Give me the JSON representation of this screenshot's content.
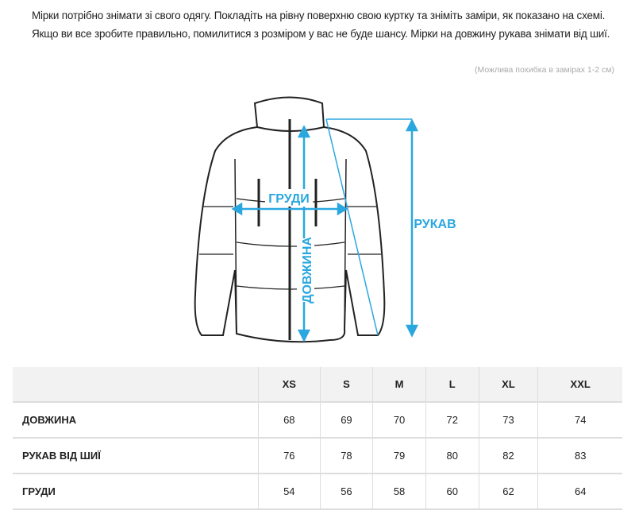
{
  "intro": "Мірки потрібно знімати зі свого одягу. Покладіть на рівну поверхню свою куртку та зніміть заміри, як показано на схемі. Якщо ви все зробите правильно, помилитися з розміром у вас не буде шансу. Мірки на довжину рукава знімати від шиї.",
  "note": "(Можлива похибка в замірах 1-2 см)",
  "diagram": {
    "chest": "ГРУДИ",
    "length": "ДОВЖИНА",
    "sleeve": "РУКАВ",
    "accent": "#2aa7df"
  },
  "table": {
    "sizes": [
      "XS",
      "S",
      "M",
      "L",
      "XL",
      "XXL"
    ],
    "rows": [
      {
        "label": "ДОВЖИНА",
        "values": [
          "68",
          "69",
          "70",
          "72",
          "73",
          "74"
        ]
      },
      {
        "label": "РУКАВ ВІД ШИЇ",
        "values": [
          "76",
          "78",
          "79",
          "80",
          "82",
          "83"
        ]
      },
      {
        "label": "ГРУДИ",
        "values": [
          "54",
          "56",
          "58",
          "60",
          "62",
          "64"
        ]
      }
    ]
  }
}
